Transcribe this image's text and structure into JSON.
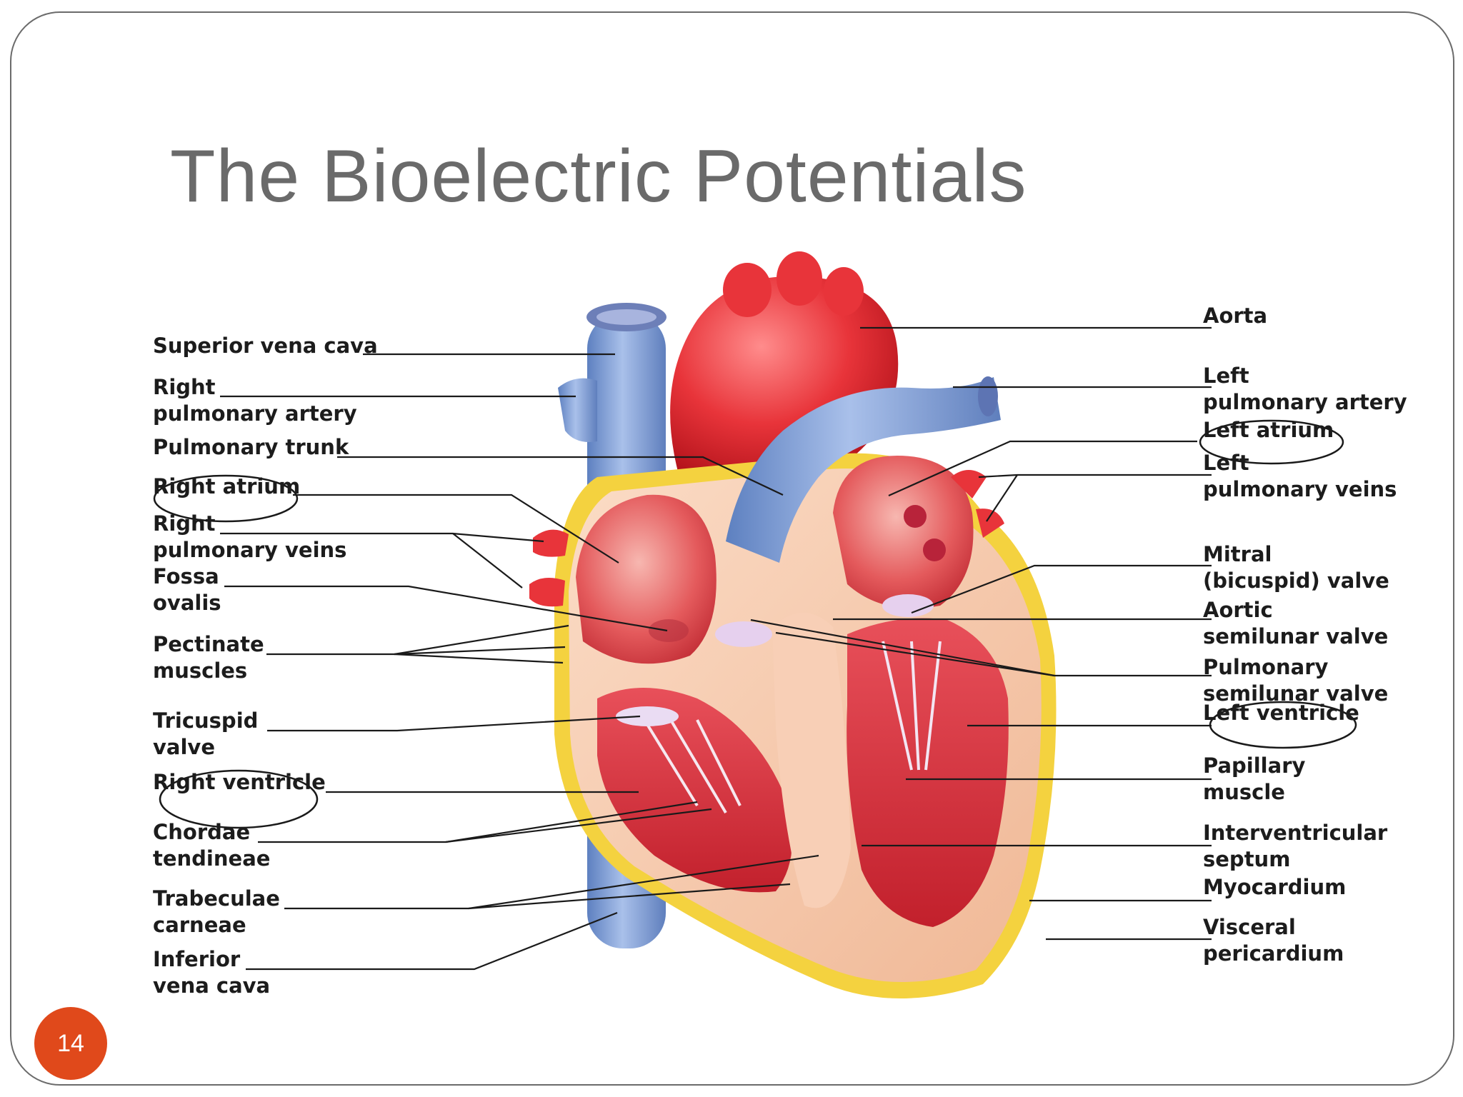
{
  "slide": {
    "title": "The Bioelectric Potentials",
    "page_number": "14"
  },
  "labels": {
    "left": {
      "superior_vena_cava": [
        "Superior vena cava"
      ],
      "right_pulmonary_artery": [
        "Right",
        "pulmonary artery"
      ],
      "pulmonary_trunk": [
        "Pulmonary trunk"
      ],
      "right_atrium": [
        "Right atrium"
      ],
      "right_pulmonary_veins": [
        "Right",
        "pulmonary veins"
      ],
      "fossa_ovalis": [
        "Fossa",
        "ovalis"
      ],
      "pectinate_muscles": [
        "Pectinate",
        "muscles"
      ],
      "tricuspid_valve": [
        "Tricuspid",
        "valve"
      ],
      "right_ventricle": [
        "Right ventricle"
      ],
      "chordae_tendineae": [
        "Chordae",
        "tendineae"
      ],
      "trabeculae_carneae": [
        "Trabeculae",
        "carneae"
      ],
      "inferior_vena_cava": [
        "Inferior",
        "vena cava"
      ]
    },
    "right": {
      "aorta": [
        "Aorta"
      ],
      "left_pulmonary_artery": [
        "Left",
        "pulmonary artery"
      ],
      "left_atrium": [
        "Left atrium"
      ],
      "left_pulmonary_veins": [
        "Left",
        "pulmonary veins"
      ],
      "mitral_valve": [
        "Mitral",
        "(bicuspid) valve"
      ],
      "aortic_semilunar_valve": [
        "Aortic",
        "semilunar valve"
      ],
      "pulmonary_semilunar_valve": [
        "Pulmonary",
        "semilunar valve"
      ],
      "left_ventricle": [
        "Left ventricle"
      ],
      "papillary_muscle": [
        "Papillary",
        "muscle"
      ],
      "interventricular_septum": [
        "Interventricular",
        "septum"
      ],
      "myocardium": [
        "Myocardium"
      ],
      "visceral_pericardium": [
        "Visceral",
        "pericardium"
      ]
    }
  },
  "circled_labels": [
    "Right atrium",
    "Right ventricle",
    "Left atrium",
    "Left ventricle"
  ],
  "colors": {
    "title": "#6a6a6a",
    "page_badge": "#e0491b",
    "artery_red": "#e8343a",
    "vein_blue": "#7f9fd6",
    "myocardium": "#f6c6a8",
    "pericardium_fat": "#f2d23c"
  }
}
